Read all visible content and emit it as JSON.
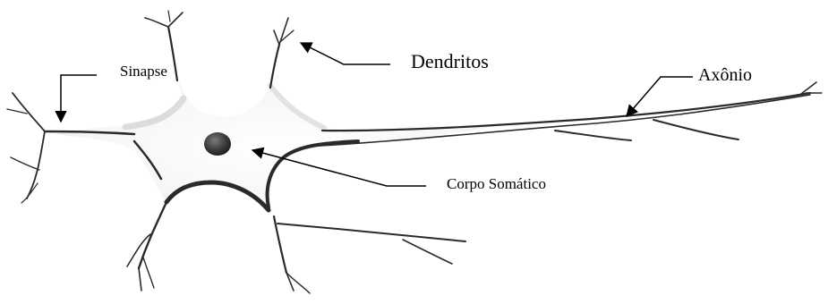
{
  "figure": {
    "labels": {
      "synapse": "Sinapse",
      "dendrites": "Dendritos",
      "axon": "Axônio",
      "soma": "Corpo Somático"
    },
    "colors": {
      "background": "#ffffff",
      "outline": "#2a2a2a",
      "membrane_fill": "#f4f4f4",
      "membrane_shade": "#d9d9d9",
      "nucleus": "#3a3a3a",
      "arrow": "#000000",
      "text": "#000000"
    }
  }
}
